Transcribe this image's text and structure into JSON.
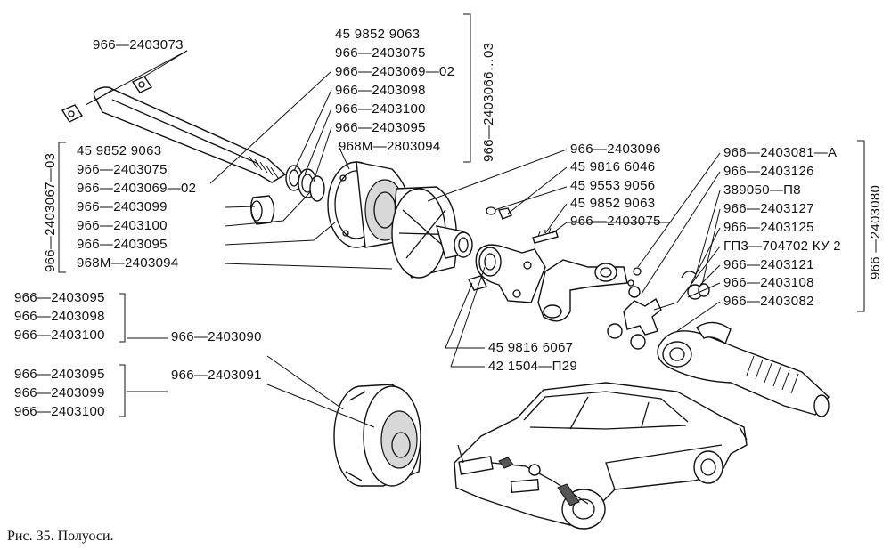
{
  "labels": {
    "l_2403073": "966—2403073",
    "g1": [
      "45 9852 9063",
      "966—2403075",
      "966—2403069—02",
      "966—2403098",
      "966—2403100",
      "966—2403095",
      "968M—2803094"
    ],
    "g1_vertical": "966—2403066…03",
    "g2": [
      "45 9852 9063",
      "966—2403075",
      "966—2403069—02",
      "966—2403099",
      "966—2403100",
      "966—2403095",
      "968M—2403094"
    ],
    "g2_vertical": "966—2403067—03",
    "mid": [
      "966—2403096",
      "45 9816 6046",
      "45 9553 9056",
      "45 9852 9063",
      "966—2403075"
    ],
    "bottom_mid": [
      "45 9816 6067",
      "42 1504—П29"
    ],
    "right": [
      "966—2403081—A",
      "966—2403126",
      "389050—П8",
      "966—2403127",
      "966—2403125",
      "ГП3—704702 КУ 2",
      "966—2403121",
      "966—2403108",
      "966—2403082"
    ],
    "right_vertical": "966 —2403080",
    "set1": [
      "966—2403095",
      "966—2403098",
      "966—2403100"
    ],
    "set1_result": "966—2403090",
    "set2": [
      "966—2403095",
      "966—2403099",
      "966—2403100"
    ],
    "set2_result": "966—2403091"
  },
  "caption": "Рис. 35. Полуоси."
}
